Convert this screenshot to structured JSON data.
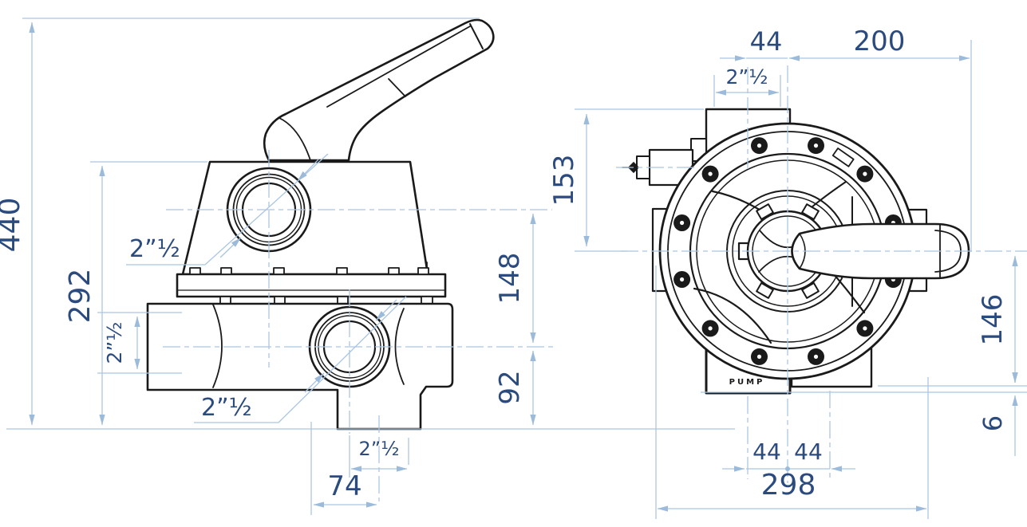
{
  "drawing": {
    "title": "multiport-valve-dimension-drawing",
    "side_view": {
      "overall_height": "440",
      "body_height": "292",
      "port_center_spacing": "148",
      "bottom_port_height": "92",
      "bottom_offset": "74",
      "top_port_bore": "2”½",
      "side_port_bore": "2”½",
      "front_port_bore": "2”½",
      "bottom_port_bore": "2”½"
    },
    "front_view": {
      "top_port_offset": "44",
      "handle_length": "200",
      "top_port_bore": "2”½",
      "top_to_center": "153",
      "center_to_bottom": "146",
      "bottom_step": "6",
      "bottom_left_offset": "44",
      "bottom_right_offset": "44",
      "overall_width": "298",
      "pump_port_label": "PUMP"
    },
    "colors": {
      "ink": "#1a1a1a",
      "dimension_line": "#aac5e2",
      "dimension_arrow": "#9cbada",
      "dimension_text": "#2b4a7e",
      "background": "#ffffff"
    }
  }
}
